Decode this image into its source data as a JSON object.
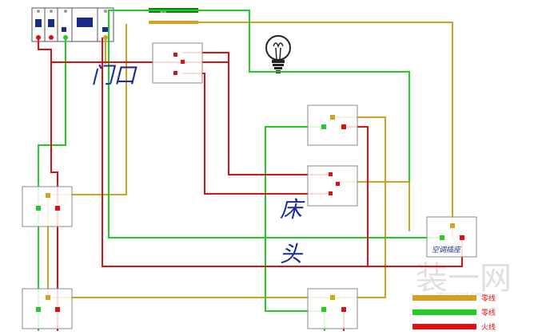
{
  "labels": {
    "door": "门口",
    "bedside_1": "床",
    "bedside_2": "头",
    "ac_socket": "空调插座"
  },
  "legend": [
    {
      "key": "neutral",
      "label": "零线",
      "color": "#d4a020"
    },
    {
      "key": "ground",
      "label": "零线",
      "color": "#22cc22"
    },
    {
      "key": "live",
      "label": "火线",
      "color": "#dd1111"
    }
  ],
  "top_strip": {
    "text": "零线"
  },
  "watermark": {
    "text": "装一网",
    "sub": "zhuangyi.com"
  },
  "colors": {
    "live": "#dd1111",
    "neutral": "#d4a020",
    "ground": "#22cc22",
    "box": "#888888",
    "breaker": "#1a2a8a"
  }
}
